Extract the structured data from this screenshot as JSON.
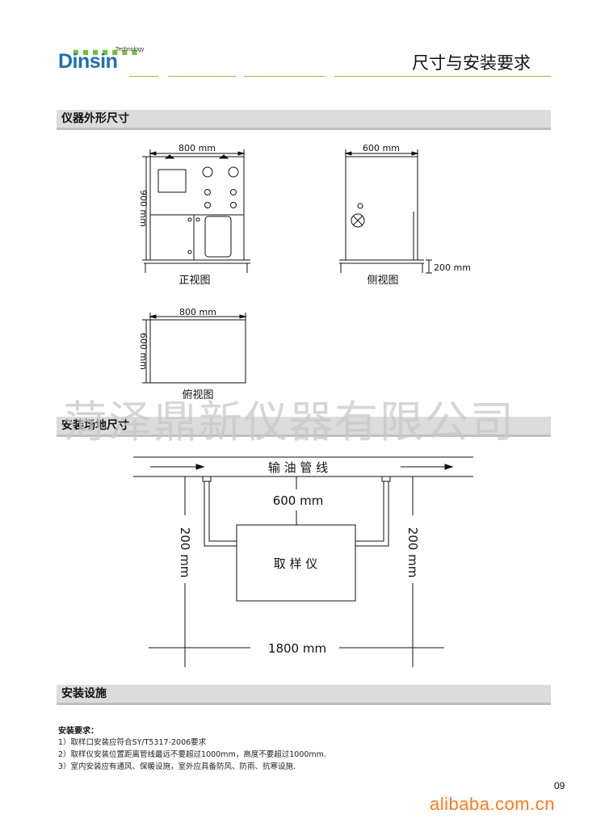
{
  "header": {
    "logo_regular": "Din",
    "logo_bold": "sin",
    "logo_dots": "■ ■ ■ ■ ■ ■ ■",
    "logo_tagline": "Technology",
    "title": "尺寸与安装要求"
  },
  "section_dimensions": {
    "heading": "仪器外形尺寸",
    "front_view": {
      "caption": "正视图",
      "width": "800 mm",
      "height": "900 mm"
    },
    "side_view": {
      "caption": "侧视图",
      "width": "600 mm",
      "leg_height": "200 mm"
    },
    "top_view": {
      "caption": "俯视图",
      "width": "800 mm",
      "depth": "600 mm"
    }
  },
  "watermark": "菏泽鼎新仪器有限公司",
  "section_site": {
    "heading": "安装场地尺寸",
    "pipeline_label": "输 油 管 线",
    "box_label": "取 样 仪",
    "top_gap": "600 mm",
    "left_dim": "200 mm",
    "right_dim": "200 mm",
    "total_width": "1800 mm"
  },
  "section_install": {
    "heading": "安装设施",
    "requirements_title": "安装要求：",
    "requirements": [
      "1）取样口安装应符合SY/T5317-2006要求",
      "2）取样仪安装位置距离管线最远不要超过1000mm，高度不要超过1000mm.",
      "3）室内安装应有通风、保暖设施，室外应具备防风、防雨、抗寒设施."
    ]
  },
  "footer": {
    "page_number": "09",
    "brand": "alibaba.com.cn"
  },
  "colors": {
    "logo_blue": "#1f6fb5",
    "logo_green": "#6fbf3a",
    "header_line_green": "#8cc63f",
    "section_bar_gray": "#dcdcdc",
    "watermark_gray": "#c9c9c9",
    "footer_orange": "#ff7a1a"
  }
}
